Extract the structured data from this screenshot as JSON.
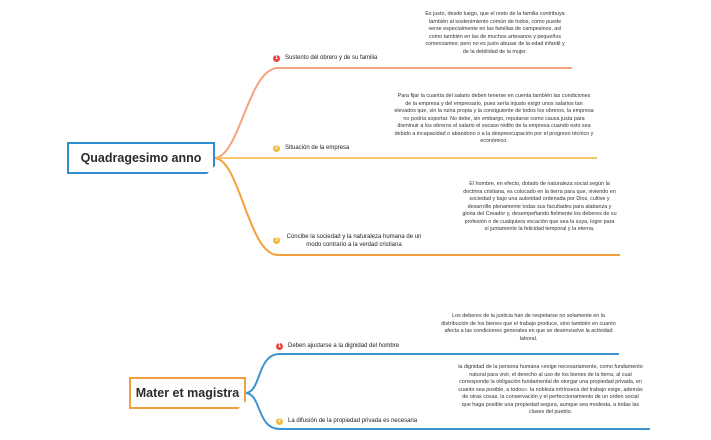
{
  "colors": {
    "root_blue": "#2e8ecf",
    "orange_salmon": "#f5a37e",
    "orange_yellow": "#f7c56a",
    "orange": "#f1a03d",
    "num_red": "#e8473e",
    "num_gold": "#f0b93b",
    "blue": "#3b93d0"
  },
  "topics": [
    {
      "title": "Quadragesimo anno",
      "branches": [
        {
          "number": "1",
          "label": "Sustento del obrero y de su familia",
          "note": "Es justo, desde luego, que el resto de la familia contribuya también al sostenimiento común de todos, como puede verse especialmente en las familias de campesinos, así como también en las de muchos artesanos y pequeños comerciantes; pero no es justo abusar de la edad infantil y de la debilidad de la mujer."
        },
        {
          "number": "2",
          "label": "Situación de la empresa",
          "note": "Para fijar la cuantía del salario deben tenerse en cuenta también las condiciones de la empresa y del empresario, pues sería injusto exigir unos salarios tan elevados que, sin la ruina propia y la consiguiente de todos los obreros, la empresa no podría soportar. No debe, sin embargo, reputarse como causa justa para disminuir a los obreros el salario el escaso rédito de la empresa cuando esto sea debido a incapacidad o abandono o a la despreocupación por el progreso técnico y económico."
        },
        {
          "number": "3",
          "label": "Concibe la sociedad y la naturaleza humana de un modo contrario a la verdad cristiana",
          "note": "El hombre, en efecto, dotado de naturaleza social según la doctrina cristiana, es colocado en la tierra para que, viviendo en sociedad y bajo una autoridad ordenada por Dios, cultive y desarrolle plenamente todas sus facultades para alabanza y gloria del Creador y, desempeñando fielmente los deberes de su profesión o de cualquiera vocación que sea la suya, logre para sí juntamente la felicidad temporal y la eterna."
        }
      ]
    },
    {
      "title": "Mater et magistra",
      "branches": [
        {
          "number": "1",
          "label": "Deben ajustarse a la dignidad del hombre",
          "note": "Los deberes de la justicia han de respetarse no solamente en la distribución de los bienes que el trabajo produce, sino también en cuanto afecta a las condiciones generales en que se desenvuelve la actividad laboral."
        },
        {
          "number": "2",
          "label": "La difusión de la propiedad privada es necesaria",
          "note": "la dignidad de la persona humana «exige necesariamente, como fundamento natural para vivir, el derecho al uso de los bienes de la tierra, al cual corresponde la obligación fundamental de otorgar una propiedad privada, en cuanto sea posible, a todos». la nobleza intrínseca del trabajo exige, además de otras cosas, la conservación y el perfeccionamiento de un orden social que haga posible una propiedad segura, aunque sea modesta, a todas las clases del pueblo."
        }
      ]
    }
  ]
}
